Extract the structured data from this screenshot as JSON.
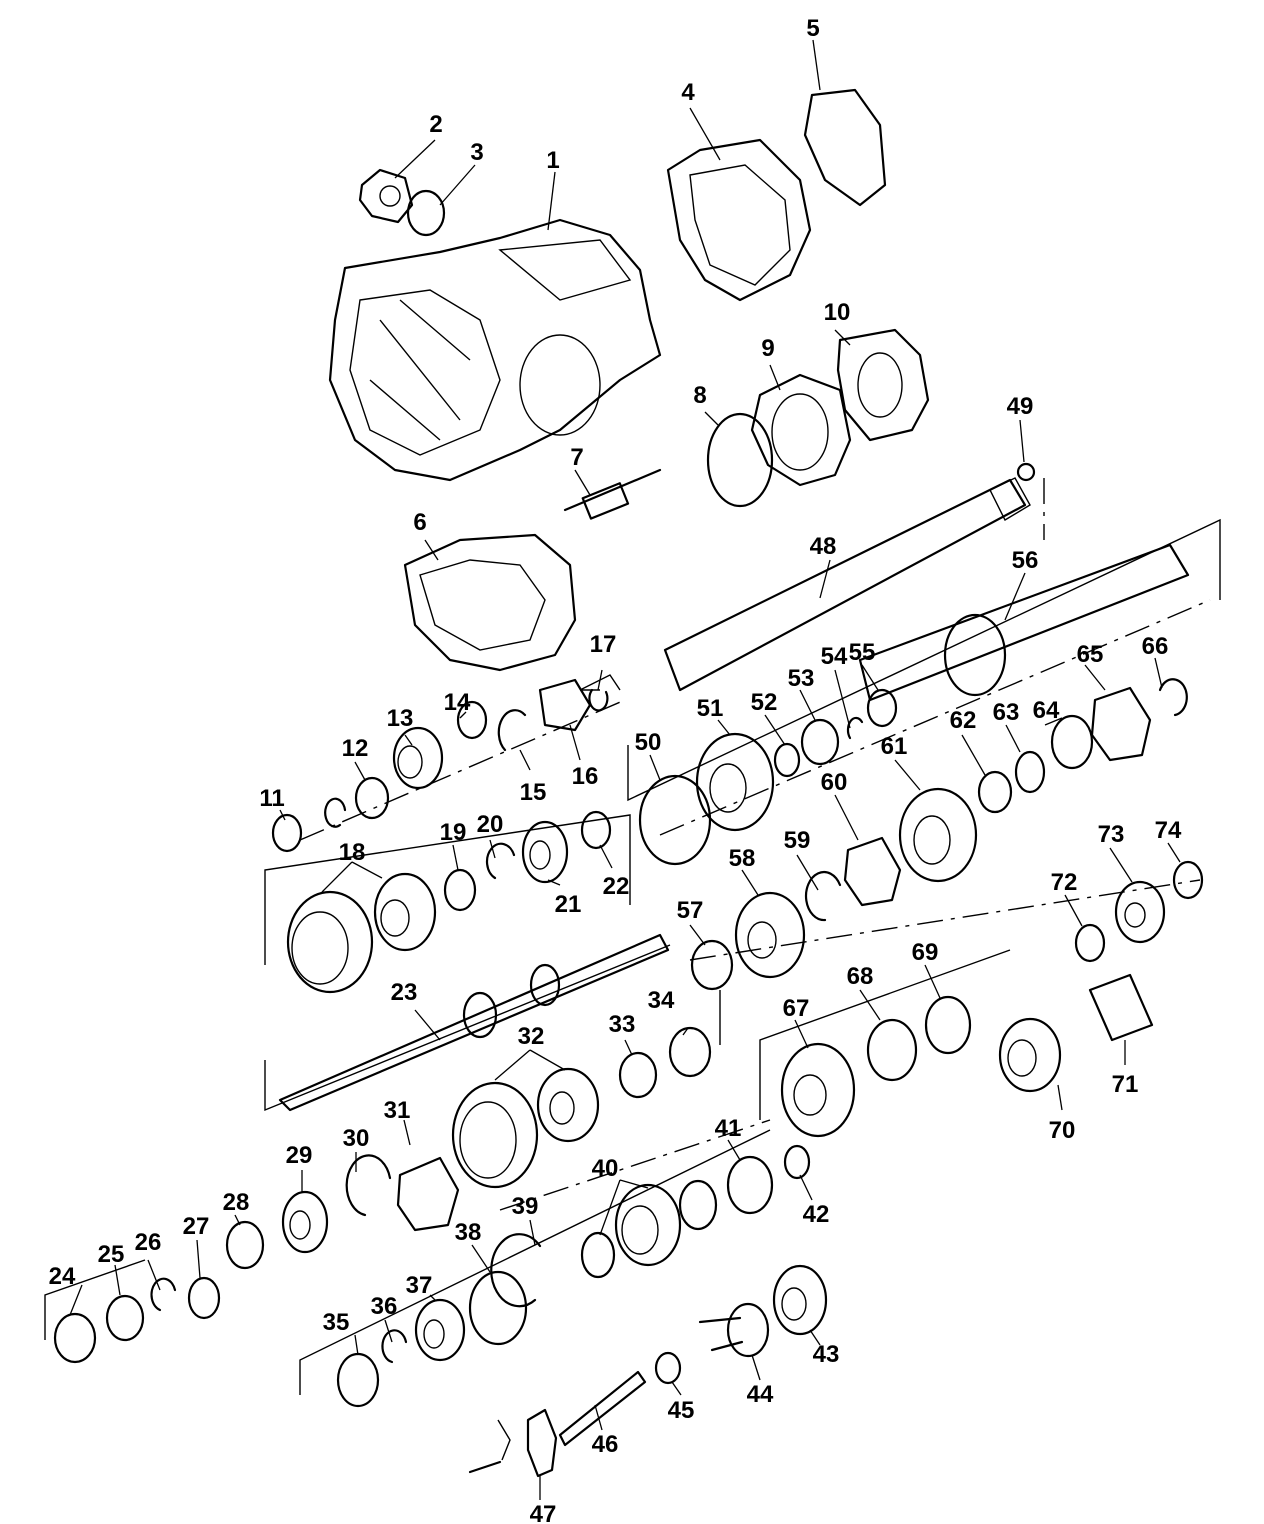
{
  "diagram": {
    "callouts": [
      "1",
      "2",
      "3",
      "4",
      "5",
      "6",
      "7",
      "8",
      "9",
      "10",
      "11",
      "12",
      "13",
      "14",
      "15",
      "16",
      "17",
      "18",
      "19",
      "20",
      "21",
      "22",
      "23",
      "24",
      "25",
      "26",
      "27",
      "28",
      "29",
      "30",
      "31",
      "32",
      "33",
      "34",
      "35",
      "36",
      "37",
      "38",
      "39",
      "40",
      "41",
      "42",
      "43",
      "44",
      "45",
      "46",
      "47",
      "48",
      "49",
      "50",
      "51",
      "52",
      "53",
      "54",
      "55",
      "56",
      "57",
      "58",
      "59",
      "60",
      "61",
      "62",
      "63",
      "64",
      "65",
      "66",
      "67",
      "68",
      "69",
      "70",
      "71",
      "72",
      "73",
      "74"
    ]
  }
}
